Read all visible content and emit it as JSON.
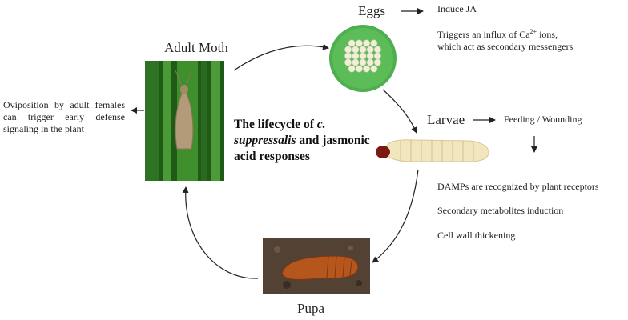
{
  "title": {
    "line1_pre": "The lifecycle of ",
    "line1_em": "c.",
    "line2_em": "suppressalis",
    "line2_post": " and jasmonic",
    "line3": "acid responses"
  },
  "stages": {
    "adult": "Adult Moth",
    "eggs": "Eggs",
    "larvae": "Larvae",
    "pupa": "Pupa"
  },
  "notes": {
    "oviposition": "Oviposition by adult females can trigger early defense signaling in the plant",
    "induce_ja": "Induce JA",
    "calcium_pre": "Triggers an influx of Ca",
    "calcium_sup": "2+",
    "calcium_post": " ions,",
    "calcium_line2": "which act as secondary messengers",
    "feeding": "Feeding / Wounding",
    "damps": "DAMPs are recognized by plant receptors",
    "metabolites": "Secondary metabolites induction",
    "cellwall": "Cell wall thickening"
  },
  "colors": {
    "leaf_dark": "#1f5a17",
    "leaf_light": "#3f8f2c",
    "egg_dish": "#4fae4f",
    "larva_body": "#f2e6bf",
    "larva_head": "#7a1a10",
    "pupa_body": "#b5561c",
    "soil": "#4a3a2e"
  },
  "icons": {
    "arrow": "arrow-icon"
  }
}
